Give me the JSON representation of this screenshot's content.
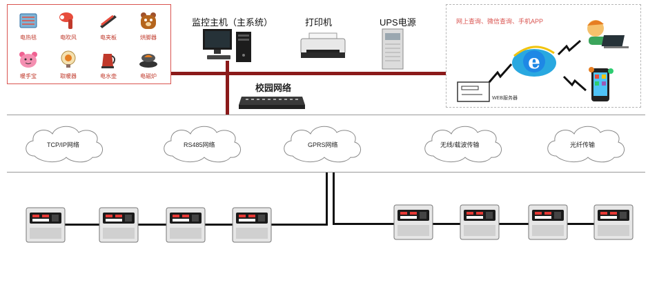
{
  "appliances": [
    {
      "label": "电热毯",
      "icon": "blanket-icon"
    },
    {
      "label": "电吹风",
      "icon": "hair-dryer-icon"
    },
    {
      "label": "电夹板",
      "icon": "hair-straightener-icon"
    },
    {
      "label": "烘脚器",
      "icon": "foot-warmer-icon"
    },
    {
      "label": "暖手宝",
      "icon": "hand-warmer-icon"
    },
    {
      "label": "取暖器",
      "icon": "heater-icon"
    },
    {
      "label": "电水壶",
      "icon": "kettle-icon"
    },
    {
      "label": "电磁炉",
      "icon": "induction-cooker-icon"
    }
  ],
  "devices": {
    "host": "监控主机（主系统）",
    "printer": "打印机",
    "ups": "UPS电源"
  },
  "campus_network": "校园网络",
  "web": {
    "title": "网上查询、微信查询、手机APP",
    "server": "WEB服务器"
  },
  "networks": [
    "TCP/IP网络",
    "RS485网络",
    "GPRS网络",
    "无线/载波传输",
    "光纤传输"
  ],
  "colors": {
    "bus": "#8b1a1a",
    "accent": "#d9534f",
    "ie_blue": "#1e88e5"
  }
}
